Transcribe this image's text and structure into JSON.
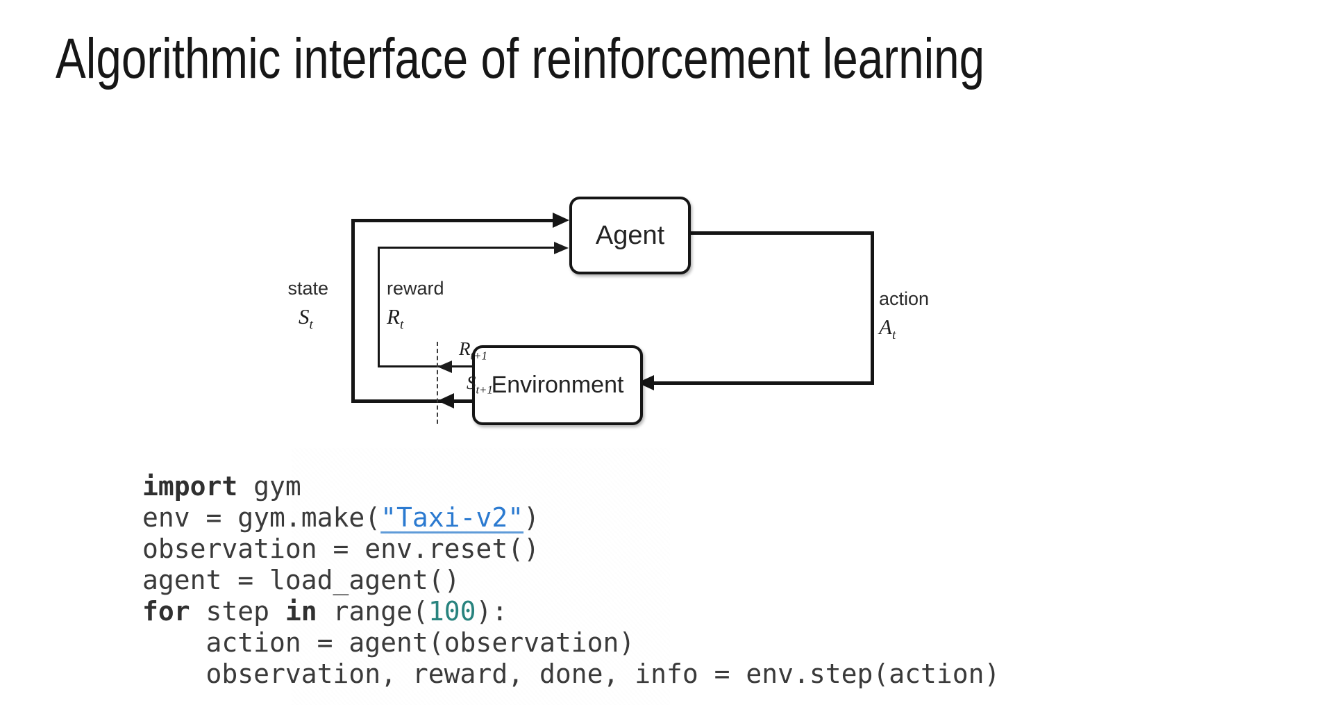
{
  "slide": {
    "title": "Algorithmic interface of reinforcement learning",
    "background": "#ffffff"
  },
  "diagram": {
    "agent_label": "Agent",
    "environment_label": "Environment",
    "state_label": "state",
    "state_symbol": "S",
    "state_sub": "t",
    "reward_label": "reward",
    "reward_symbol": "R",
    "reward_sub": "t",
    "next_reward_symbol": "R",
    "next_reward_sub": "t+1",
    "next_state_symbol": "S",
    "next_state_sub": "t+1",
    "action_label": "action",
    "action_symbol": "A",
    "action_sub": "t",
    "line_color": "#151515"
  },
  "code": {
    "plain_color": "#3a3a3a",
    "keyword_color": "#303030",
    "link_color": "#2b7ad0",
    "number_color": "#28837e",
    "lines": [
      {
        "tokens": [
          {
            "t": "import",
            "s": "kw"
          },
          {
            "t": " gym",
            "s": "plain"
          }
        ]
      },
      {
        "tokens": [
          {
            "t": "env = gym.make(",
            "s": "plain"
          },
          {
            "t": "\"Taxi-v2\"",
            "s": "lnk"
          },
          {
            "t": ")",
            "s": "plain"
          }
        ]
      },
      {
        "tokens": [
          {
            "t": "observation = env.reset()",
            "s": "plain"
          }
        ]
      },
      {
        "tokens": [
          {
            "t": "agent = load_agent()",
            "s": "plain"
          }
        ]
      },
      {
        "tokens": [
          {
            "t": "for",
            "s": "kw"
          },
          {
            "t": " step ",
            "s": "plain"
          },
          {
            "t": "in",
            "s": "kw"
          },
          {
            "t": " range(",
            "s": "plain"
          },
          {
            "t": "100",
            "s": "num"
          },
          {
            "t": "):",
            "s": "plain"
          }
        ]
      },
      {
        "tokens": [
          {
            "t": "    action = agent(observation)",
            "s": "plain"
          }
        ]
      },
      {
        "tokens": [
          {
            "t": "    observation, reward, done, info = env.step(action)",
            "s": "plain"
          }
        ]
      }
    ]
  }
}
